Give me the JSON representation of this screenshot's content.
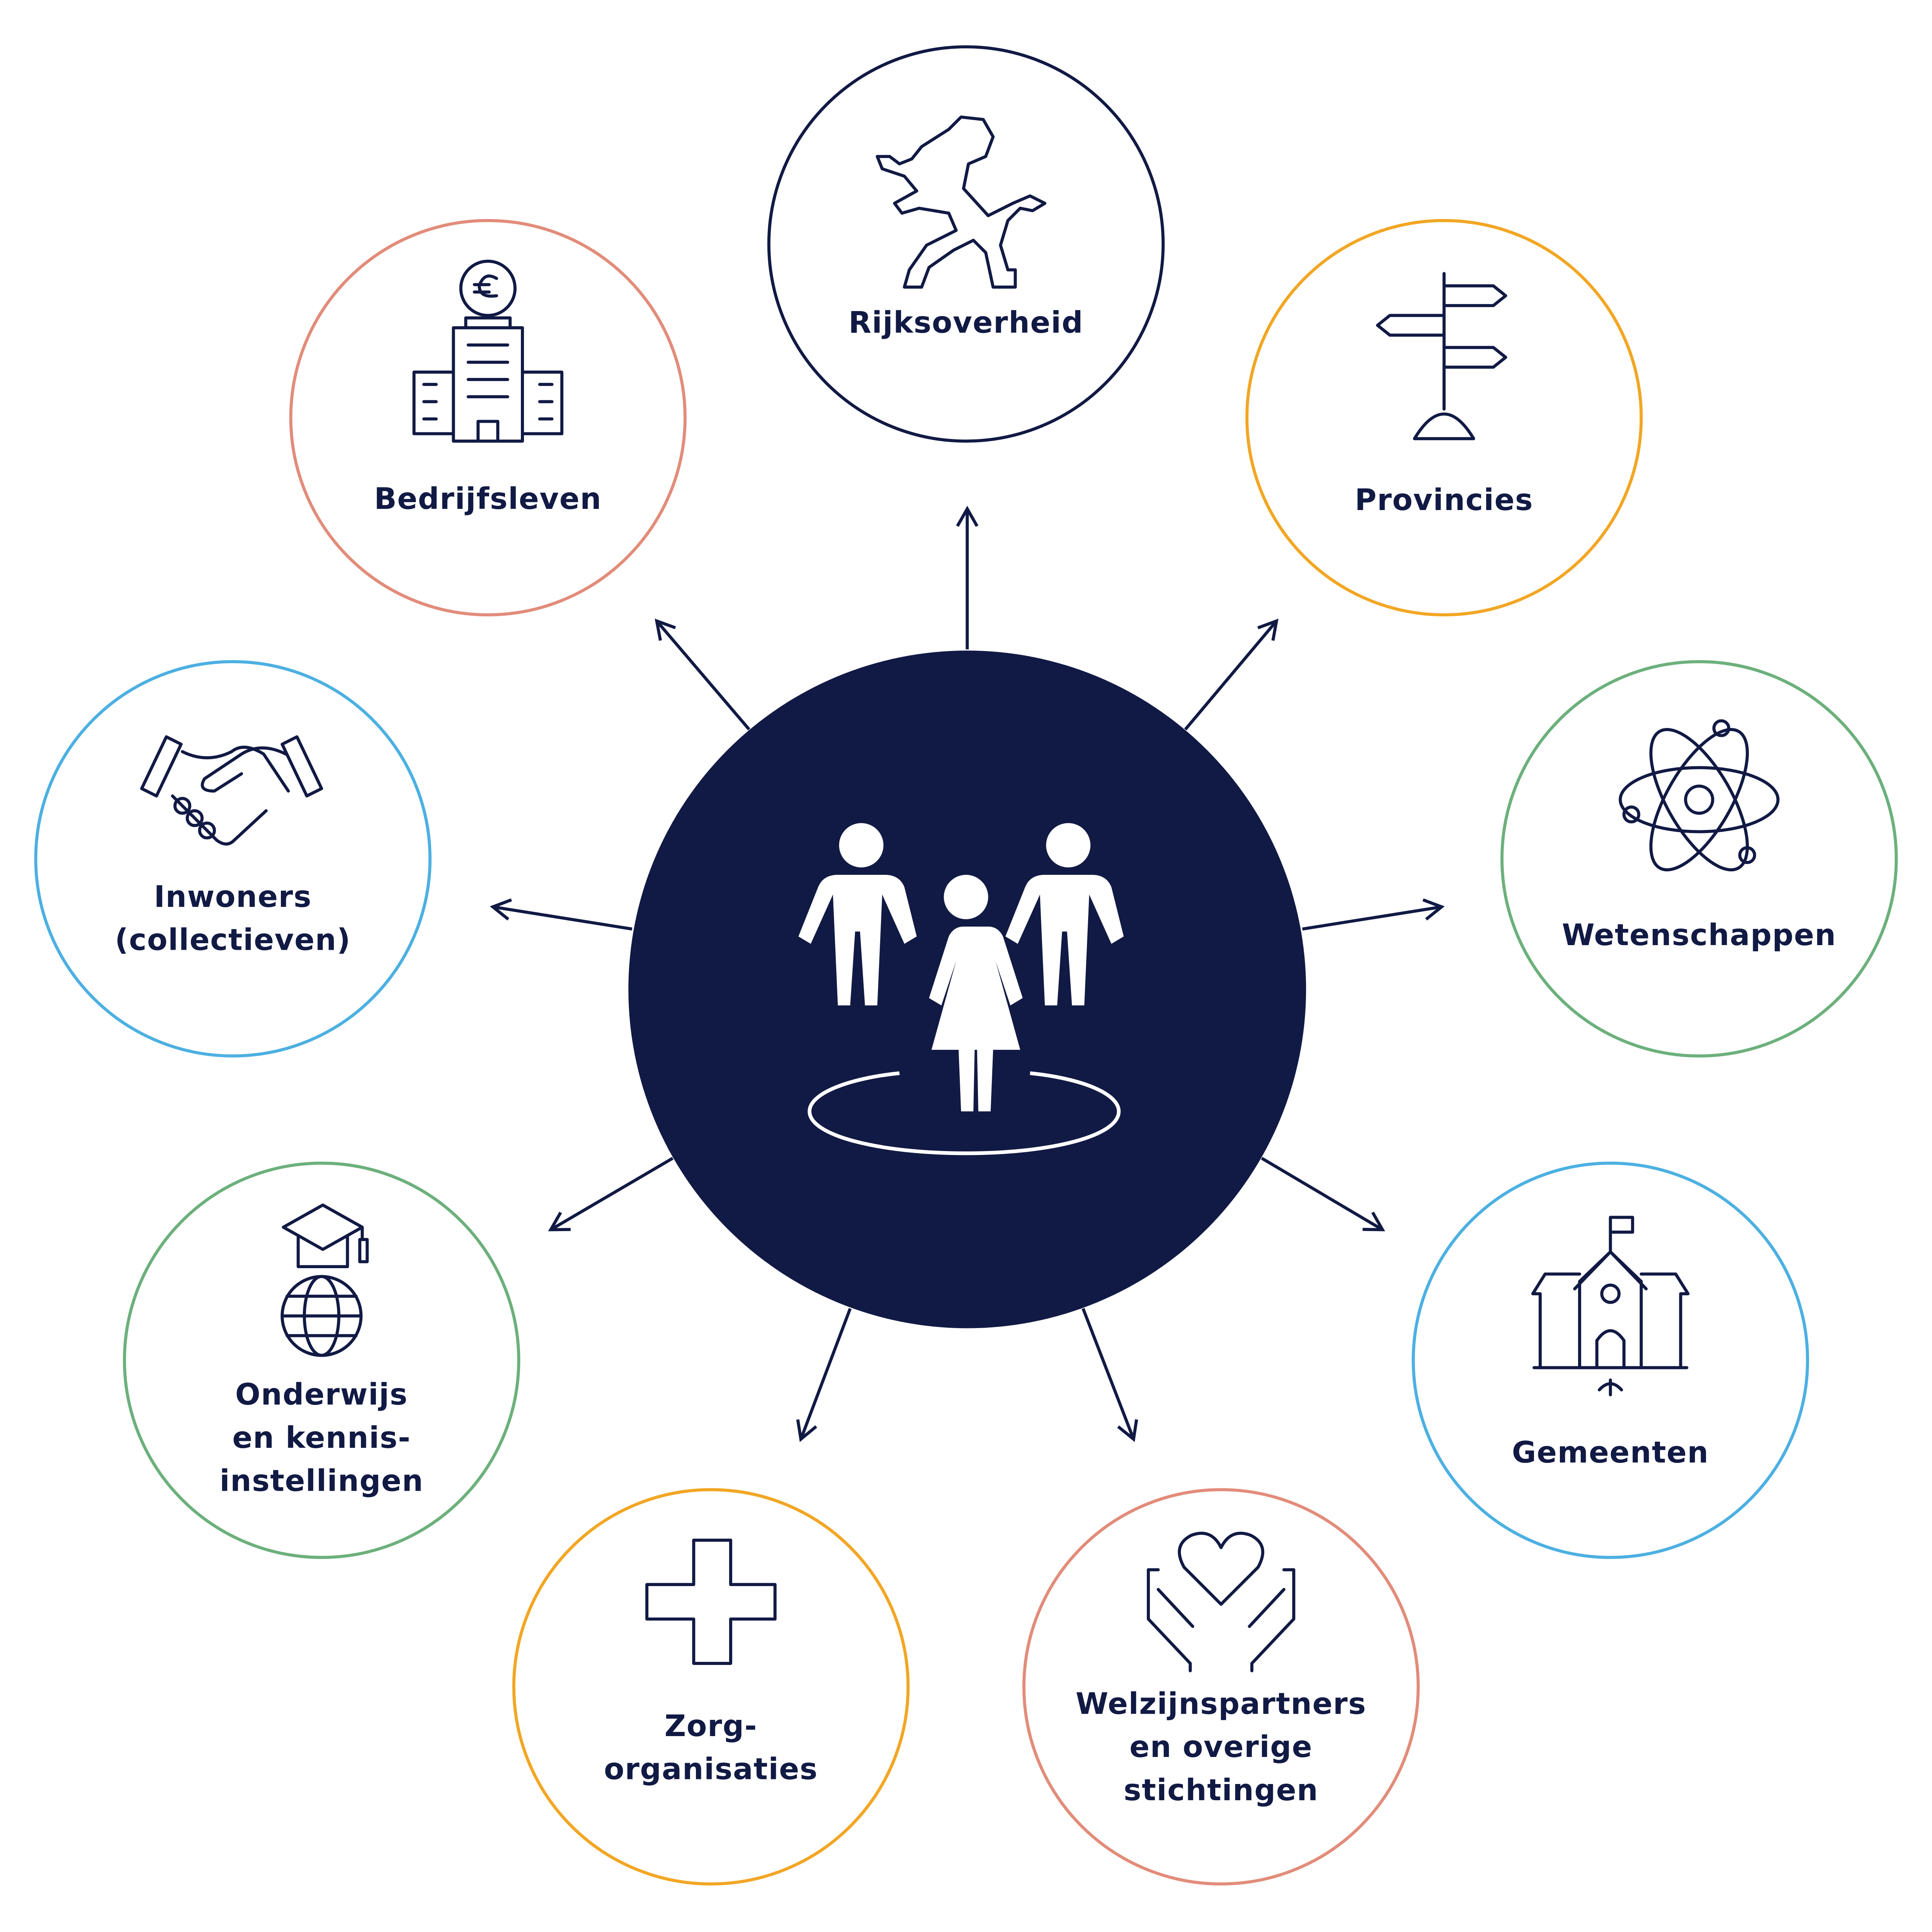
{
  "center": {
    "label_icon": "people-group-icon",
    "fill": "#111a44"
  },
  "nodes": [
    {
      "id": "rijksoverheid",
      "lines": [
        "Rijksoverheid"
      ],
      "icon": "lion-icon",
      "color": "#111a44"
    },
    {
      "id": "provincies",
      "lines": [
        "Provincies"
      ],
      "icon": "signpost-icon",
      "color": "#f2a623"
    },
    {
      "id": "wetenschappen",
      "lines": [
        "Wetenschappen"
      ],
      "icon": "atom-icon",
      "color": "#6cb07c"
    },
    {
      "id": "gemeenten",
      "lines": [
        "Gemeenten"
      ],
      "icon": "town-hall-icon",
      "color": "#4cb0e2"
    },
    {
      "id": "welzijnspartners",
      "lines": [
        "Welzijnspartners",
        "en overige",
        "stichtingen"
      ],
      "icon": "heart-hands-icon",
      "color": "#e28c7a"
    },
    {
      "id": "zorg",
      "lines": [
        "Zorg-",
        "organisaties"
      ],
      "icon": "medical-cross-icon",
      "color": "#f2a623"
    },
    {
      "id": "onderwijs",
      "lines": [
        "Onderwijs",
        "en kennis-",
        "instellingen"
      ],
      "icon": "graduation-globe-icon",
      "color": "#6cb07c"
    },
    {
      "id": "inwoners",
      "lines": [
        "Inwoners",
        "(collectieven)"
      ],
      "icon": "handshake-icon",
      "color": "#4cb0e2"
    },
    {
      "id": "bedrijfsleven",
      "lines": [
        "Bedrijfsleven"
      ],
      "icon": "office-euro-icon",
      "color": "#e28c7a"
    }
  ]
}
